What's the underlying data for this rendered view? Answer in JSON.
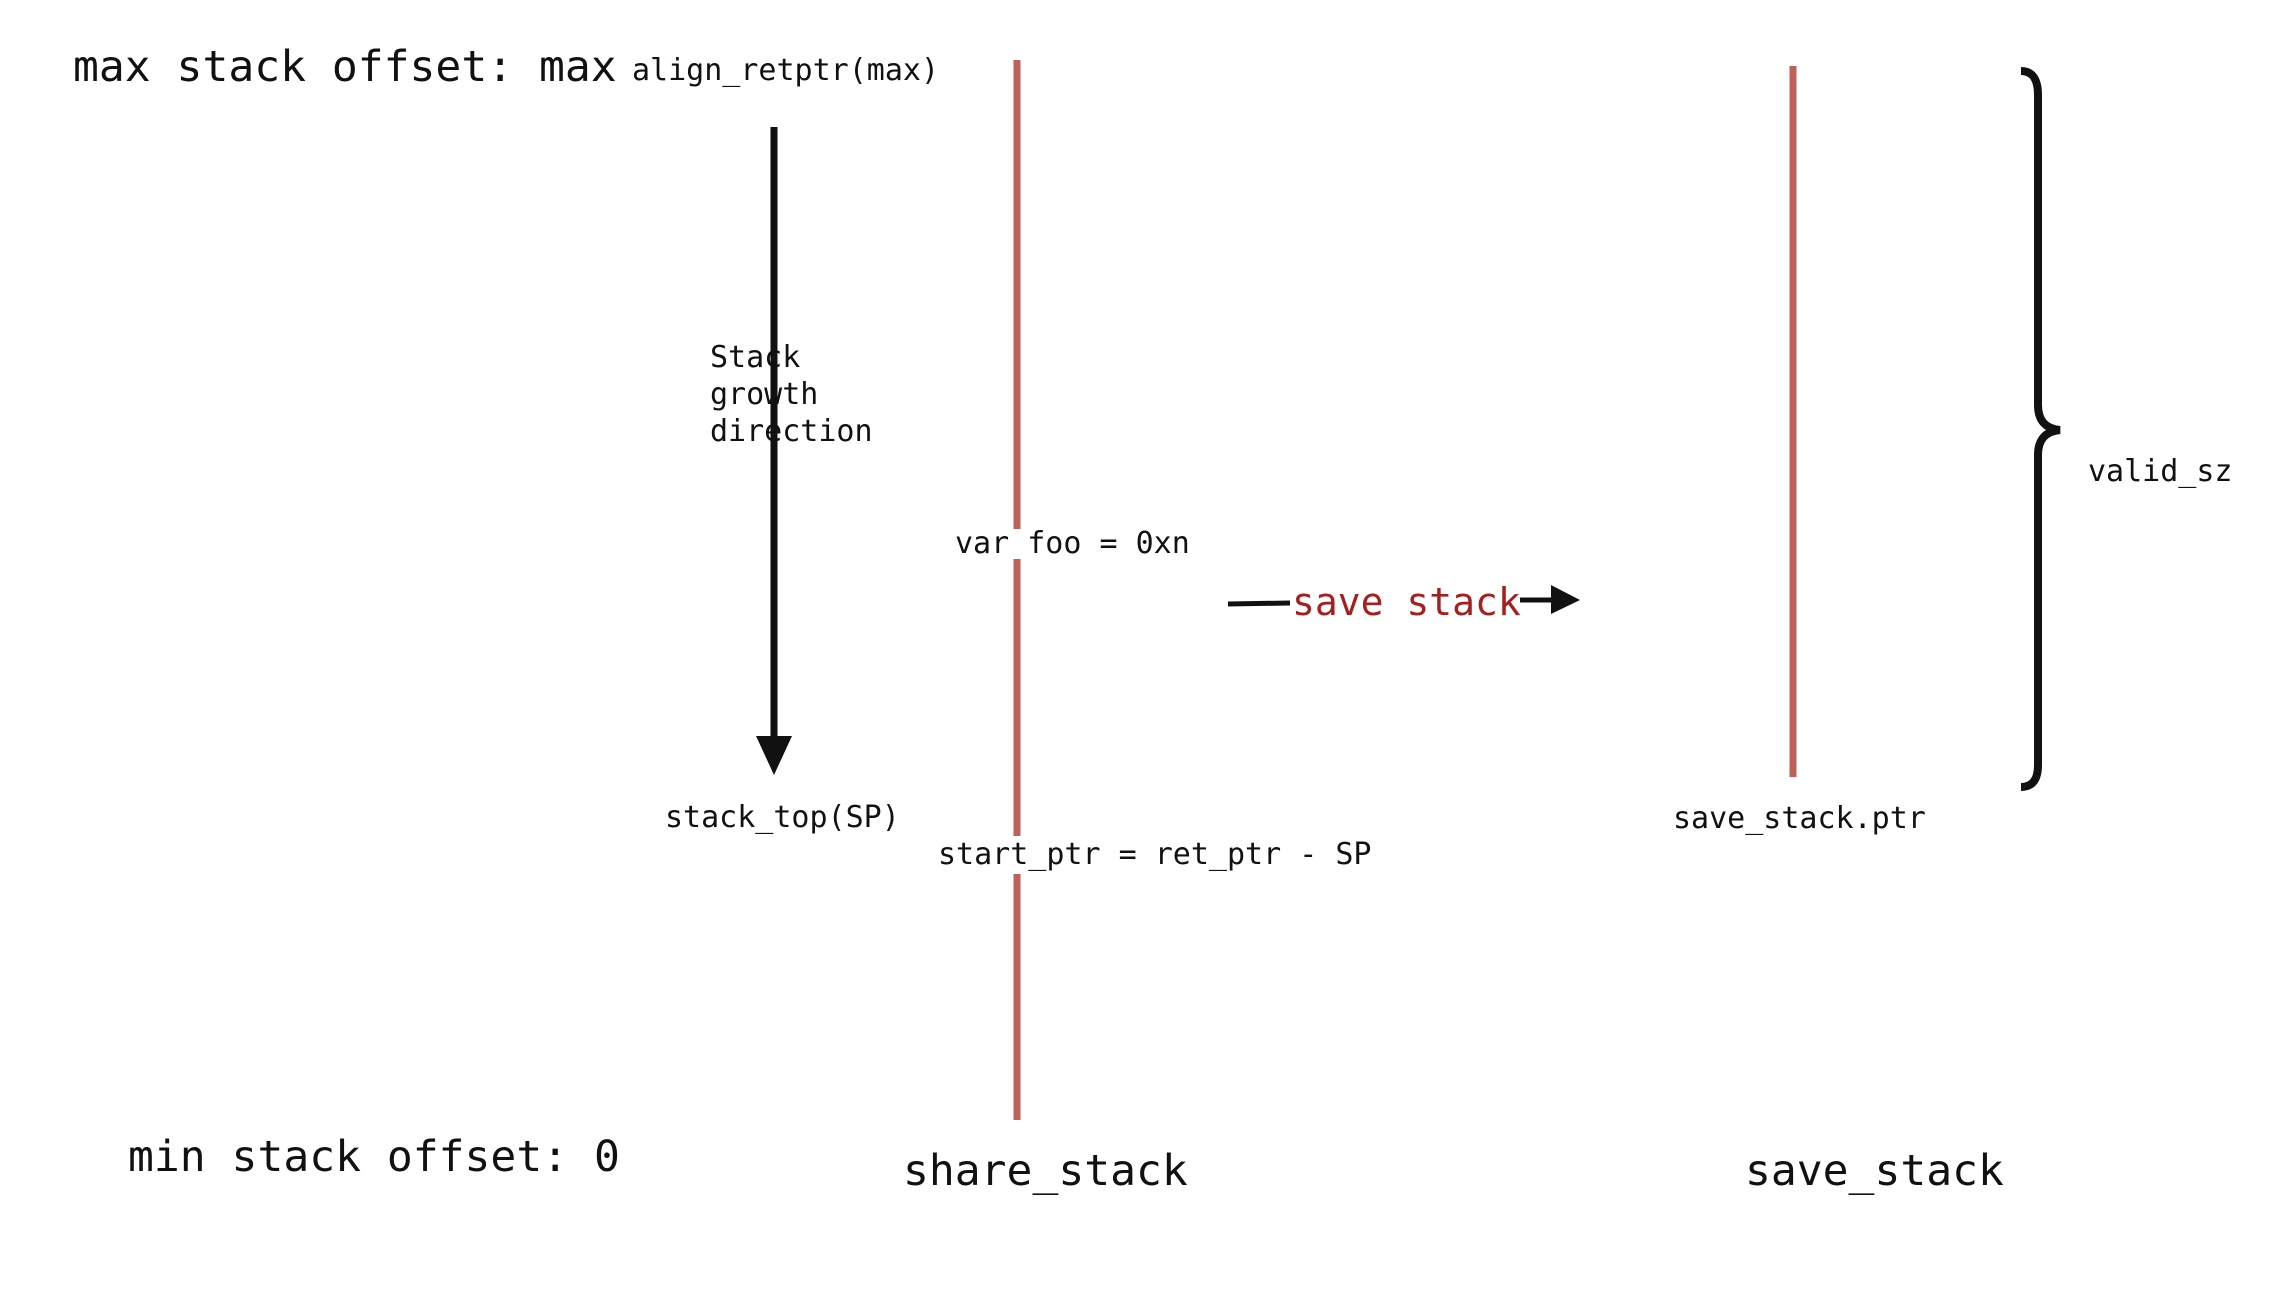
{
  "labels": {
    "max_offset": "max stack offset: max",
    "min_offset": "min stack offset: 0",
    "align_retptr": "align_retptr(max)",
    "growth_direction": "Stack\ngrowth\ndirection",
    "stack_top": "stack_top(SP)",
    "var_foo": "var foo = 0xn",
    "start_ptr": "start_ptr = ret_ptr - SP",
    "save_stack_action": "save stack",
    "save_stack_ptr": "save_stack.ptr",
    "valid_sz": "valid_sz",
    "share_stack": "share_stack",
    "save_stack": "save_stack"
  },
  "colors": {
    "stack_line": "#c0605a",
    "action_text": "#a51f1f",
    "ink": "#111111"
  }
}
